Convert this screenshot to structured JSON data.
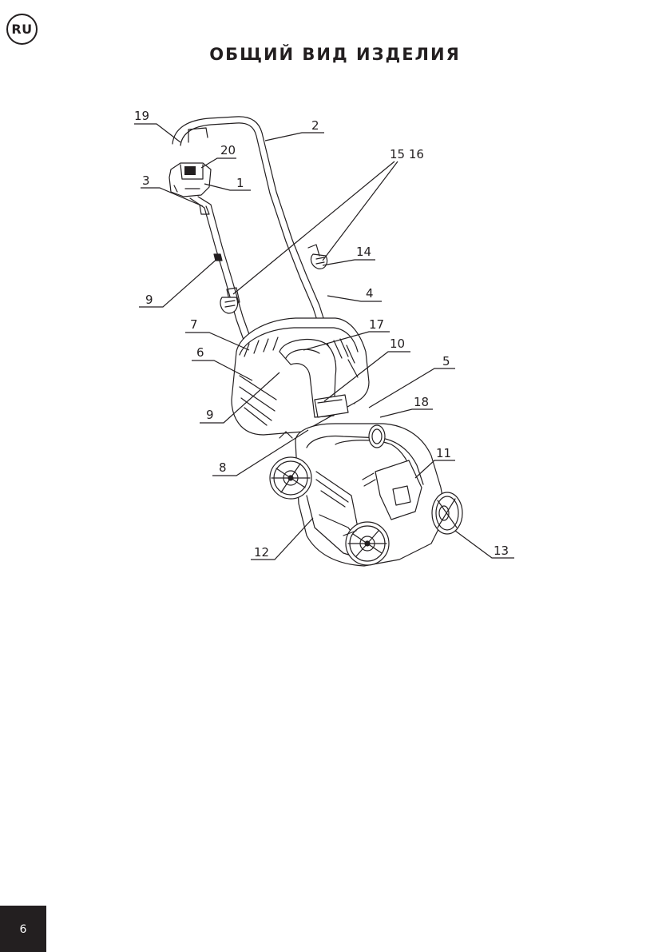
{
  "header": {
    "language_badge": "RU",
    "title": "ОБЩИЙ ВИД ИЗДЕЛИЯ"
  },
  "diagram": {
    "callouts": {
      "c1": "1",
      "c2": "2",
      "c3": "3",
      "c4": "4",
      "c5": "5",
      "c6": "6",
      "c7": "7",
      "c8": "8",
      "c9a": "9",
      "c9b": "9",
      "c10": "10",
      "c11": "11",
      "c12": "12",
      "c13": "13",
      "c14": "14",
      "c1516": "15 16",
      "c17": "17",
      "c18": "18",
      "c19": "19",
      "c20": "20"
    }
  },
  "footer": {
    "page_number": "6"
  }
}
